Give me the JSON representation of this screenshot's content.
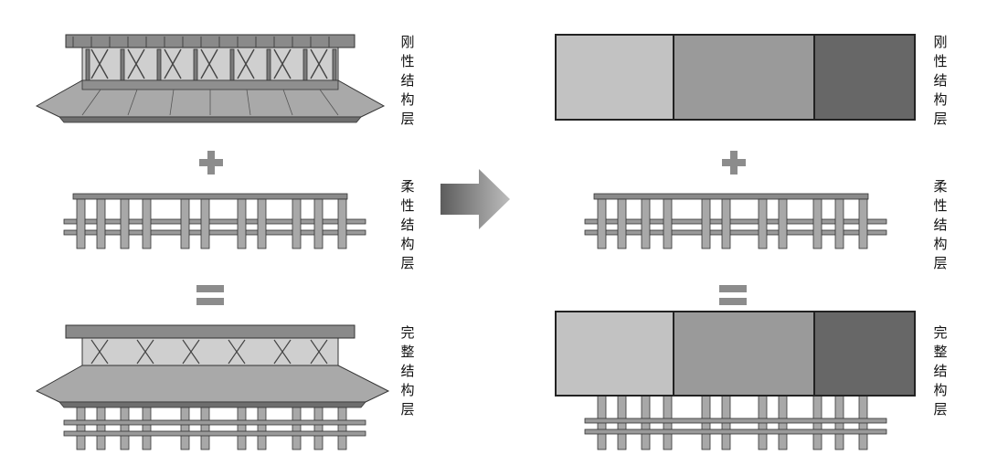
{
  "labels": {
    "rigid": "刚性结构层",
    "flexible": "柔性结构层",
    "complete": "完整结构层"
  },
  "operators": {
    "plus": "+",
    "equals": "="
  },
  "rigid_blocks": [
    {
      "color": "#c2c2c2"
    },
    {
      "color": "#9a9a9a"
    },
    {
      "color": "#676767"
    }
  ],
  "arrow": {
    "direction": "right"
  }
}
